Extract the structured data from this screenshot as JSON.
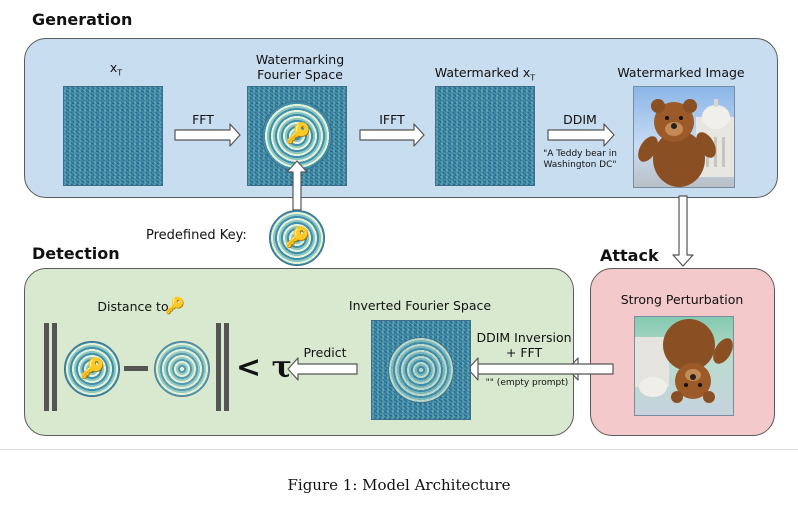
{
  "sections": {
    "generation": "Generation",
    "detection": "Detection",
    "attack": "Attack"
  },
  "generation": {
    "x_t_label": "x",
    "x_t_sub": "T",
    "fourier_label_1": "Watermarking",
    "fourier_label_2": "Fourier Space",
    "watermarked_xt_label": "Watermarked x",
    "watermarked_xt_sub": "T",
    "watermarked_image_label": "Watermarked Image",
    "fft_label": "FFT",
    "ifft_label": "IFFT",
    "ddim_label": "DDIM",
    "prompt_text_1": "\"A Teddy bear in",
    "prompt_text_2": "Washington DC\""
  },
  "key": {
    "label": "Predefined Key:"
  },
  "attack": {
    "label": "Strong Perturbation"
  },
  "detection": {
    "distance_label": "Distance to",
    "inverted_label": "Inverted Fourier Space",
    "predict_label": "Predict",
    "inversion_label_1": "DDIM Inversion",
    "inversion_label_2": "+ FFT",
    "empty_prompt": "\"\" (empty prompt)",
    "threshold": "< τ"
  },
  "caption": "Figure 1: Model Architecture",
  "colors": {
    "generation_bg": "#c9ddf1",
    "detection_bg": "#d8e9cf",
    "attack_bg": "#f4c9cb",
    "key_color": "#e0a21e"
  },
  "icons": [
    "key-icon",
    "teddy-bear-image",
    "arrow-right",
    "arrow-left",
    "arrow-down",
    "arrow-up"
  ]
}
